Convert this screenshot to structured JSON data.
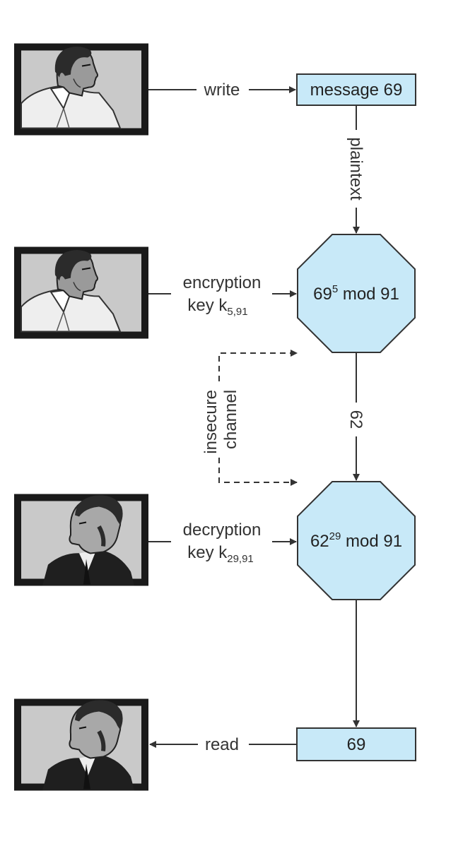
{
  "edges": {
    "write": "write",
    "plaintext": "plaintext",
    "encryption_key": {
      "line1": "encryption",
      "line2_prefix": "key k",
      "subscript": "5,91"
    },
    "decryption_key": {
      "line1": "decryption",
      "line2_prefix": "key k",
      "subscript": "29,91"
    },
    "ciphertext": "62",
    "insecure_channel": {
      "line1": "insecure",
      "line2": "channel"
    },
    "read": "read"
  },
  "nodes": {
    "message": "message 69",
    "encrypt": {
      "base": "69",
      "exponent": "5",
      "rest": " mod 91"
    },
    "decrypt": {
      "base": "62",
      "exponent": "29",
      "rest": " mod 91"
    },
    "result": "69"
  },
  "colors": {
    "node_fill": "#c8e9f8",
    "stroke": "#333333",
    "frame": "#1a1a1a",
    "portrait_bg": "#c9c9c9"
  },
  "icons": [
    "sender-portrait",
    "receiver-portrait"
  ]
}
